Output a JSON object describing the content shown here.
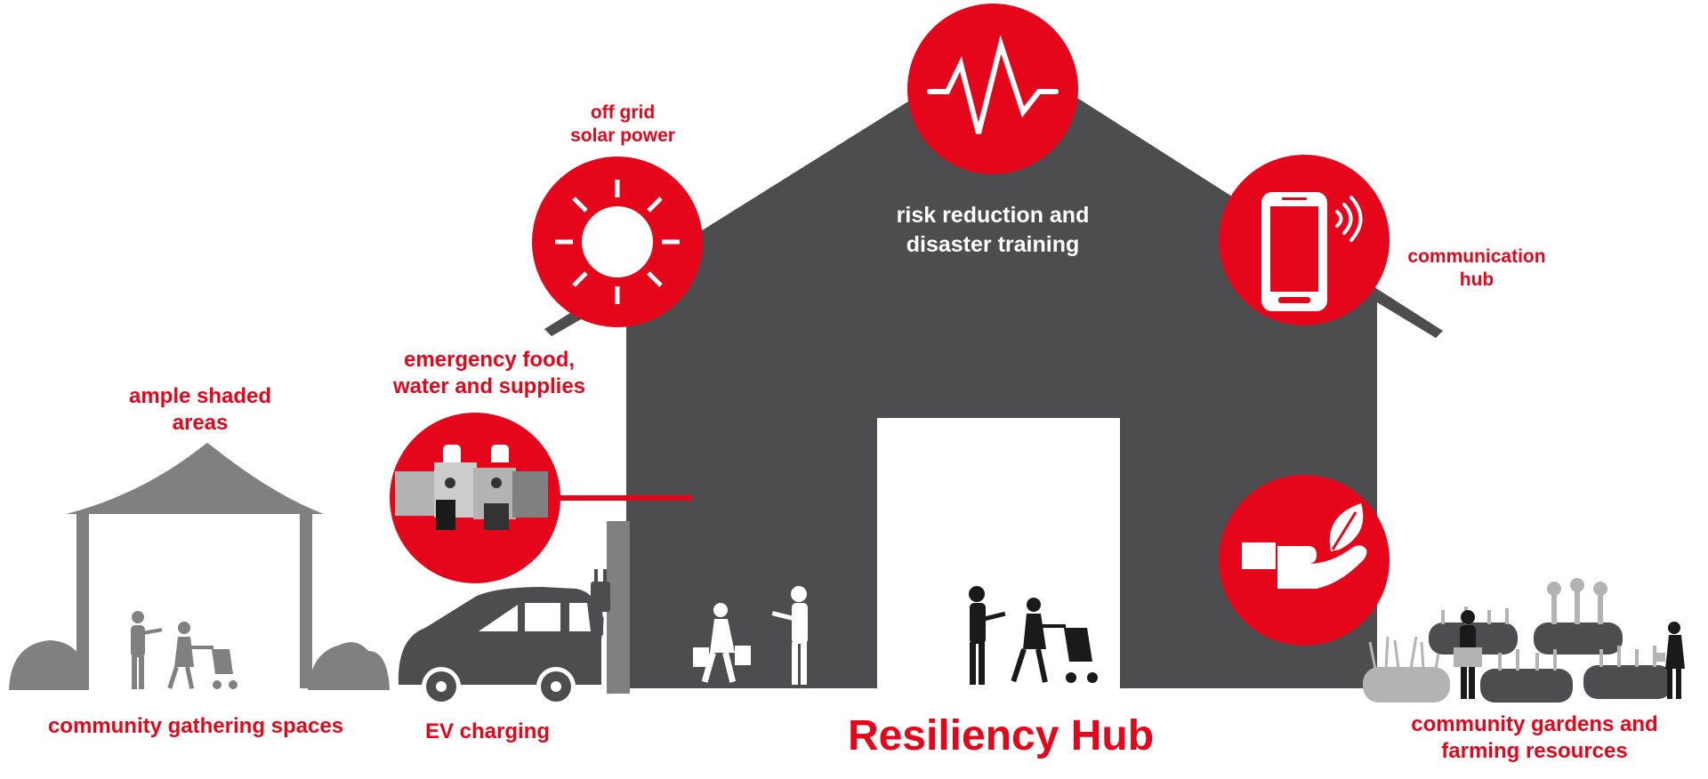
{
  "title": "Resiliency Hub",
  "labels": {
    "risk": {
      "line1": "risk reduction and",
      "line2": "disaster training"
    },
    "solar": {
      "line1": "off grid",
      "line2": "solar power"
    },
    "communication": {
      "line1": "communication",
      "line2": "hub"
    },
    "emergency": {
      "line1": "emergency food,",
      "line2": "water and supplies"
    },
    "shade": {
      "line1": "ample shaded",
      "line2": "areas"
    },
    "gathering": "community gathering spaces",
    "ev": "EV charging",
    "gardens": {
      "line1": "community gardens and",
      "line2": "farming resources"
    }
  },
  "icons": [
    "wave-icon",
    "sun-icon",
    "phone-icon",
    "supplies-icon",
    "hand-leaf-icon"
  ],
  "colors": {
    "accent": "#e5061b",
    "building": "#4d4c4e",
    "gray": "#808080",
    "light_gray": "#b3b3b3",
    "dark": "#1a1a1a"
  }
}
